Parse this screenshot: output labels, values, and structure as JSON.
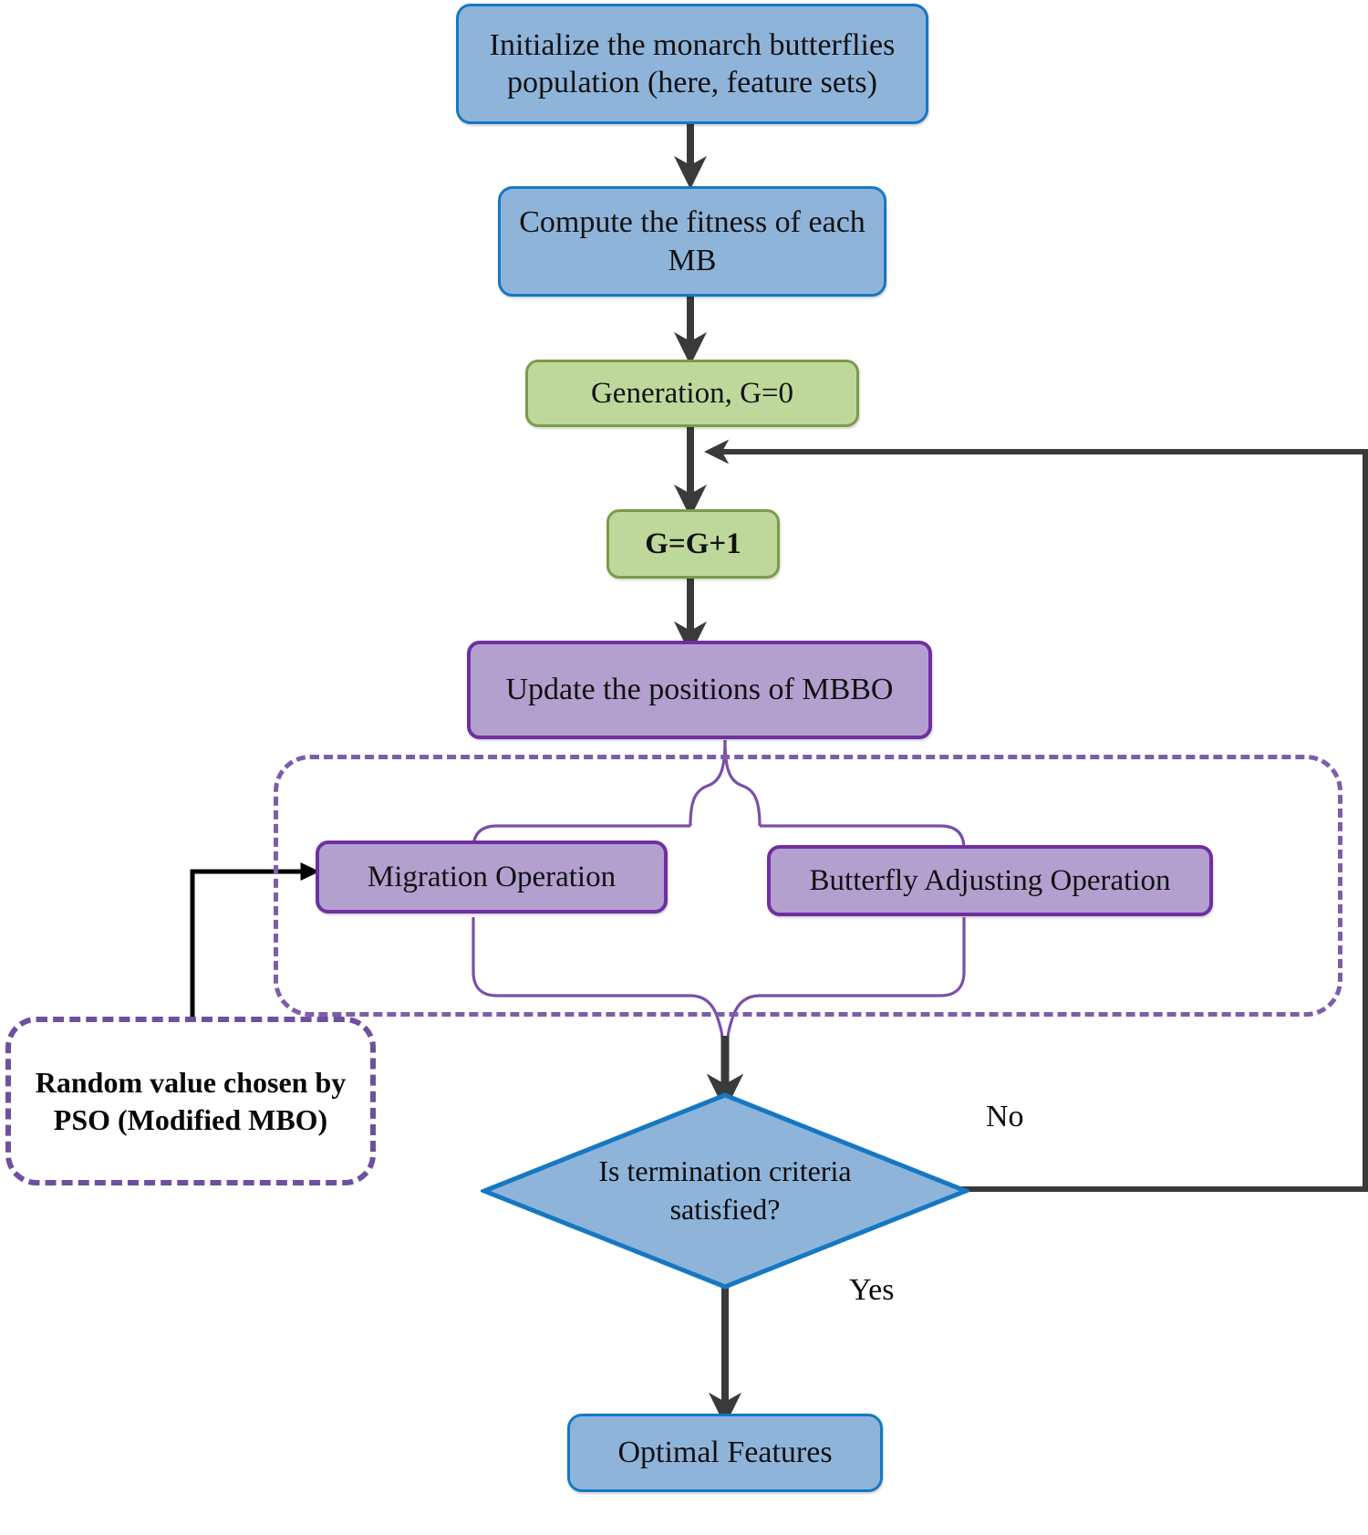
{
  "diagram": {
    "title": "Modified Monarch Butterfly Optimization (MBO) feature-selection flowchart",
    "colors": {
      "blue_fill": "#8FB4DA",
      "blue_border": "#1678C2",
      "green_fill": "#BED89C",
      "green_border": "#7C9B46",
      "purple_fill": "#B3A0CF",
      "purple_border": "#6F2FA0",
      "dashed_border": "#7C5EA8",
      "arrow_dark": "#3A3A3A",
      "arrow_black": "#000000",
      "brace_purple": "#7B4FA8"
    },
    "nodes": {
      "initialize": "Initialize the monarch butterflies population (here, feature sets)",
      "compute_fitness": "Compute the fitness of each MB",
      "generation_zero": "Generation, G=0",
      "generation_increment": "G=G+1",
      "update_positions": "Update the positions of MBBO",
      "migration": "Migration Operation",
      "butterfly_adjusting": "Butterfly Adjusting Operation",
      "pso_note": "Random value chosen by PSO (Modified MBO)",
      "decision": "Is termination criteria satisfied?",
      "optimal_features": "Optimal Features"
    },
    "edge_labels": {
      "no": "No",
      "yes": "Yes"
    }
  }
}
